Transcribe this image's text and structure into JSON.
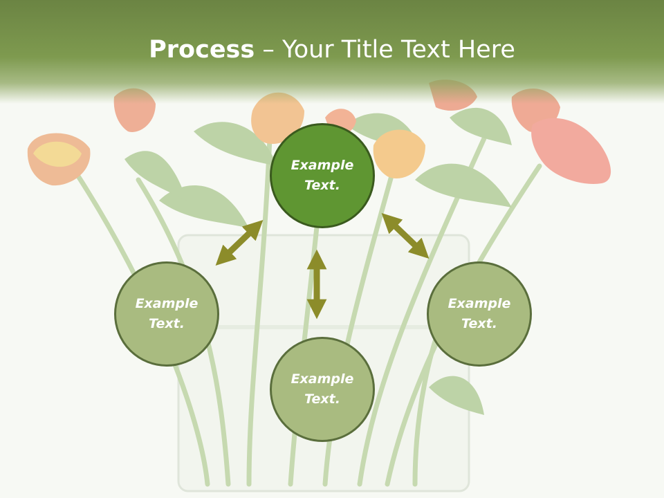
{
  "title": {
    "bold": "Process",
    "rest": " – Your Title Text Here"
  },
  "colors": {
    "title_band": "#6b8443",
    "center_fill": "#5f9632",
    "leaf_fill": "#a9bb80",
    "node_border": "#5a6e3c",
    "arrow": "#8c8c2a",
    "text": "#ffffff"
  },
  "nodes": {
    "top": {
      "line1": "Example",
      "line2": "Text."
    },
    "left": {
      "line1": "Example",
      "line2": "Text."
    },
    "right": {
      "line1": "Example",
      "line2": "Text."
    },
    "bottom": {
      "line1": "Example",
      "line2": "Text."
    }
  },
  "background": {
    "image": "tulips-in-glass-vase"
  }
}
